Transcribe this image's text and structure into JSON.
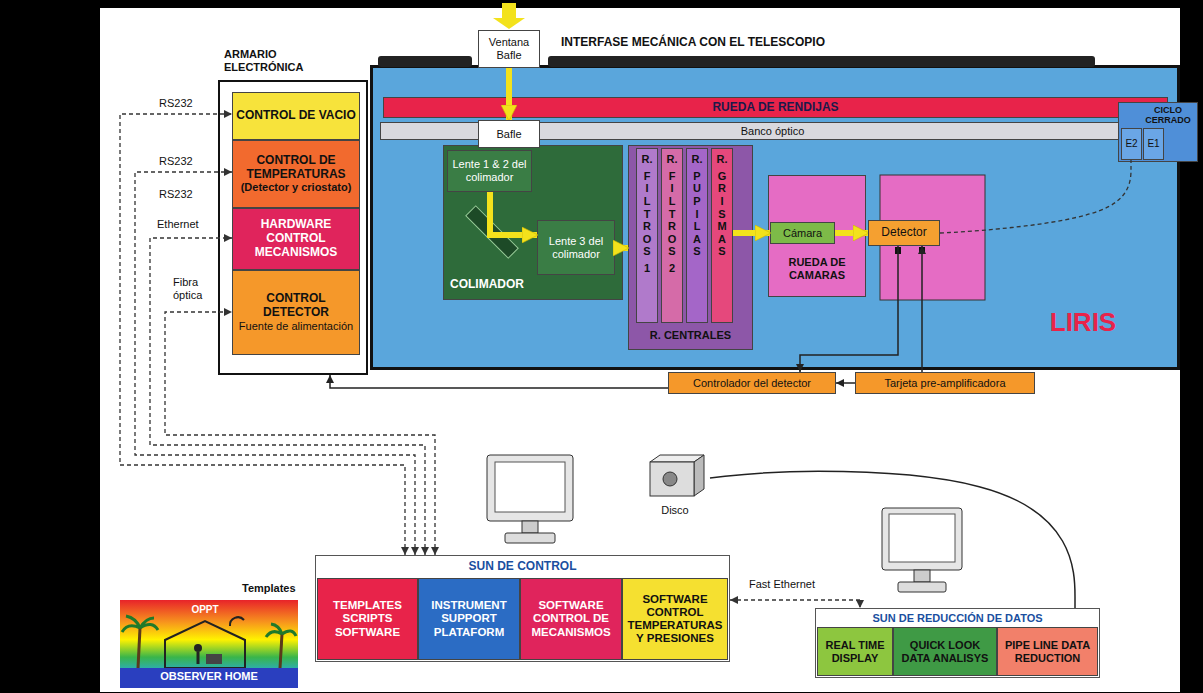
{
  "diagram": {
    "nodes": [
      {
        "text": [
          "ARMARIO ELECTRÓNICA"
        ]
      },
      {
        "text": [
          "CONTROL DE VACIO"
        ],
        "in": 0
      },
      {
        "text": [
          "CONTROL DE TEMPERATURAS",
          "(Detector y criostato)"
        ],
        "in": 0
      },
      {
        "text": [
          "HARDWARE CONTROL MECANISMOS"
        ],
        "in": 0
      },
      {
        "text": [
          "CONTROL DETECTOR",
          "Fuente de alimentación"
        ],
        "in": 0
      },
      {
        "text": [
          "LIRIS"
        ]
      },
      {
        "text": [
          "Ventana",
          "Bafle"
        ]
      },
      {
        "text": [
          "RUEDA DE RENDIJAS"
        ],
        "in": 5
      },
      {
        "text": [
          "Bafle"
        ],
        "in": 5
      },
      {
        "text": [
          "Banco óptico"
        ],
        "in": 5
      },
      {
        "text": [
          "COLIMADOR"
        ],
        "in": 5
      },
      {
        "text": [
          "Lente 1 & 2 del colimador"
        ],
        "in": 10
      },
      {
        "text": [
          "Lente 3 del colimador"
        ],
        "in": 10
      },
      {
        "text": [
          "R. CENTRALES"
        ],
        "in": 5
      },
      {
        "text": [
          "R. FILTROS 1"
        ],
        "in": 13
      },
      {
        "text": [
          "R. FILTROS 2"
        ],
        "in": 13
      },
      {
        "text": [
          "R. PUPILAS"
        ],
        "in": 13
      },
      {
        "text": [
          "R. GRISMAS"
        ],
        "in": 13
      },
      {
        "text": [
          "RUEDA DE CAMARAS"
        ],
        "in": 5
      },
      {
        "text": [
          "Cámara"
        ],
        "in": 18
      },
      {
        "text": [
          "Detector"
        ],
        "in": 5
      },
      {
        "text": [
          "CICLO CERRADO"
        ]
      },
      {
        "text": [
          "E2"
        ],
        "in": 21
      },
      {
        "text": [
          "E1"
        ],
        "in": 21
      },
      {
        "text": [
          "Controlador del detector"
        ]
      },
      {
        "text": [
          "Tarjeta pre-amplificadora"
        ]
      },
      {
        "text": [
          "SUN DE CONTROL"
        ]
      },
      {
        "text": [
          "TEMPLATES SCRIPTS SOFTWARE"
        ],
        "in": 26
      },
      {
        "text": [
          "INSTRUMENT SUPPORT PLATAFORM"
        ],
        "in": 26
      },
      {
        "text": [
          "SOFTWARE CONTROL DE MECANISMOS"
        ],
        "in": 26
      },
      {
        "text": [
          "SOFTWARE CONTROL TEMPERATURAS Y PRESIONES"
        ],
        "in": 26
      },
      {
        "text": [
          "SUN DE REDUCCIÓN DE DATOS"
        ]
      },
      {
        "text": [
          "REAL TIME DISPLAY"
        ],
        "in": 31
      },
      {
        "text": [
          "QUICK LOOK DATA ANALISYS"
        ],
        "in": 31
      },
      {
        "text": [
          "PIPE LINE DATA REDUCTION"
        ],
        "in": 31
      },
      {
        "text": [
          "Disco"
        ]
      },
      {
        "text": [
          "Templates",
          "OPPT",
          "OBSERVER HOME"
        ]
      }
    ],
    "edges": [
      {
        "from": 26,
        "to": 1,
        "arrow": "both"
      },
      {
        "from": 26,
        "to": 2,
        "arrow": "both"
      },
      {
        "from": 26,
        "to": 3,
        "arrow": "both"
      },
      {
        "from": 26,
        "to": 4,
        "arrow": "both"
      },
      {
        "from": 24,
        "to": 0,
        "arrow": "to"
      },
      {
        "from": 6,
        "to": 8,
        "arrow": "to"
      },
      {
        "from": 11,
        "to": 12,
        "arrow": "to"
      },
      {
        "from": 12,
        "to": 13,
        "arrow": "to"
      },
      {
        "from": 17,
        "to": 19,
        "arrow": "to"
      },
      {
        "from": 19,
        "to": 20,
        "arrow": "to"
      },
      {
        "from": 20,
        "to": 24,
        "arrow": "to"
      },
      {
        "from": 25,
        "to": 20,
        "arrow": "to"
      },
      {
        "from": 25,
        "to": 24,
        "arrow": "to"
      },
      {
        "from": 20,
        "to": 22,
        "arrow": "none"
      },
      {
        "from": 26,
        "to": 31,
        "arrow": "both",
        "label": "Fast Ethernet"
      },
      {
        "from": 35,
        "to": 31,
        "arrow": "none"
      }
    ],
    "labels": [
      "INTERFASE MECÁNICA CON EL TELESCOPIO",
      "RS232",
      "RS232",
      "RS232",
      "Ethernet",
      "Fibra óptica"
    ]
  }
}
